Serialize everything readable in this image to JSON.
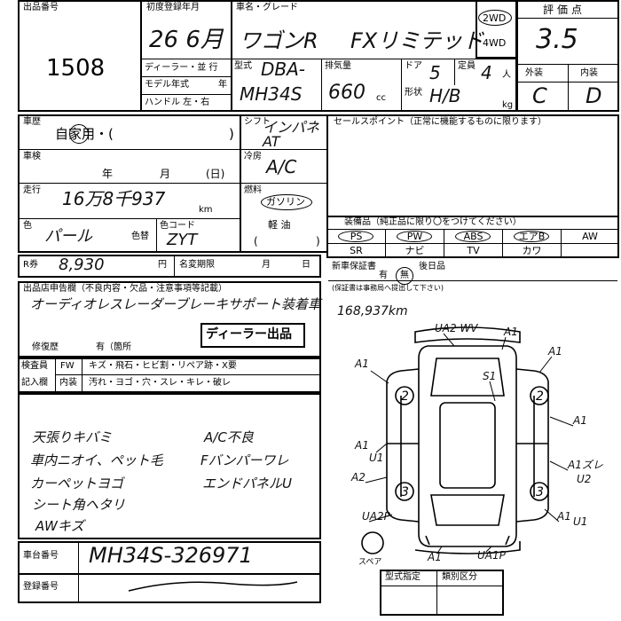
{
  "header": {
    "lot_label": "出品番号",
    "lot_number": "1508",
    "first_reg_label": "初度登録年月",
    "first_reg_value": "26 6月",
    "dealer_label": "ディーラー・並 行",
    "model_year_label": "モデル年式",
    "year_unit": "年",
    "handle_label": "ハンドル 左・右",
    "name_grade_label": "車名・グレード",
    "name_value": "ワゴンR",
    "grade_value": "FXリミテッド",
    "model_label": "型式",
    "model_value_1": "DBA-",
    "model_value_2": "MH34S",
    "disp_label": "排気量",
    "disp_value": "660",
    "disp_unit": "cc",
    "door_label": "ドア",
    "door_value": "5",
    "cap_label": "定員",
    "cap_value": "4",
    "cap_unit": "人",
    "shape_label": "形状",
    "shape_value": "H/B",
    "kg_unit": "kg",
    "drive_2wd": "2WD",
    "drive_4wd": "4WD",
    "score_label": "評価点",
    "score_value": "3.5",
    "ext_label": "外装",
    "int_label": "内装",
    "ext_value": "C",
    "int_value": "D"
  },
  "history": {
    "label": "車歴",
    "value": "自家用・(",
    "value_close": ")"
  },
  "inspection": {
    "label": "車検",
    "year_unit": "年",
    "month_unit": "月",
    "day_unit": "(日)"
  },
  "mileage": {
    "label": "走行",
    "value": "16万8千937",
    "unit": "km",
    "note": "168,937km"
  },
  "color": {
    "label": "色",
    "value": "パール",
    "change_label": "色替",
    "code_label": "色コード",
    "code_value": "ZYT"
  },
  "shift": {
    "label": "シフト",
    "value": "インパネ AT"
  },
  "aircon": {
    "label": "冷房",
    "value": "A/C"
  },
  "fuel": {
    "label": "燃料",
    "value": "ガソリン",
    "light_oil": "軽 油",
    "paren_open": "(",
    "paren_close": ")"
  },
  "sales_point": {
    "label": "セールスポイント（正常に機能するものに限ります）"
  },
  "equipment": {
    "label": "装備品（純正品に限り〇をつけてください）",
    "row1": [
      "PS",
      "PW",
      "ABS",
      "エアB",
      "AW"
    ],
    "row2": [
      "SR",
      "ナビ",
      "TV",
      "カワ",
      ""
    ]
  },
  "recycle": {
    "label": "R券",
    "value": "8,930",
    "unit": "円",
    "name_change_label": "名変期限",
    "month_unit": "月",
    "day_unit": "日"
  },
  "warranty": {
    "label": "新車保証書",
    "has": "有",
    "none": "無",
    "later": "後日品",
    "note": "(保証書は事務局へ提出して下さい)"
  },
  "seller_notes": {
    "label": "出品店申告欄（不良内容・欠品・注意事項等記載）",
    "line1": "オーディオレスレーダーブレーキサポート装着車",
    "dealer_stamp": "ディーラー出品",
    "repair_label": "修復歴",
    "repair_value": "有（箇所"
  },
  "inspector": {
    "label1": "検査員",
    "label2": "記入欄",
    "fw": "FW",
    "fw_text": "キズ・飛石・ヒビ割・リペア跡・X要",
    "int": "内装",
    "int_text": "汚れ・ヨゴ・穴・スレ・キレ・破レ"
  },
  "handwritten_notes": [
    "天張りキバミ",
    "車内ニオイ、ペット毛",
    "カーペットヨゴ",
    "シート角ヘタリ",
    "AWキズ",
    "A/C不良",
    "Fバンパーワレ",
    "エンドパネルU"
  ],
  "chassis": {
    "label": "車台番号",
    "value": "MH34S-326971"
  },
  "registration": {
    "label": "登録番号"
  },
  "type_spec": {
    "label": "型式指定",
    "category_label": "類別区分"
  },
  "diagram": {
    "spare_label": "スペア",
    "marks": [
      "UA2 WV",
      "A1",
      "A1",
      "S1",
      "A1",
      "A1",
      "A1",
      "U1",
      "A2",
      "A1ズレ",
      "U2",
      "UA2P",
      "A1",
      "UA1P",
      "A1",
      "U1"
    ],
    "tire_left_front": "2",
    "tire_right_front": "2",
    "tire_left_rear": "3",
    "tire_right_rear": "3"
  }
}
